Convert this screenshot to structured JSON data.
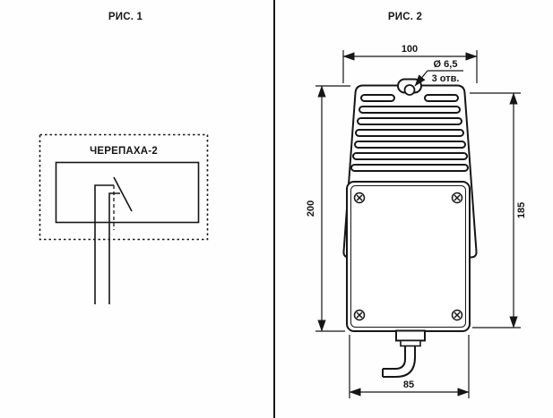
{
  "figure1": {
    "title": "РИС. 1",
    "device_label": "ЧЕРЕПАХА-2"
  },
  "figure2": {
    "title": "РИС. 2",
    "dimensions": {
      "top_width": "100",
      "left_height": "200",
      "right_height": "185",
      "bottom_width": "85"
    },
    "hole_callout": {
      "diameter": "Ø 6,5",
      "count": "3 отв."
    }
  }
}
